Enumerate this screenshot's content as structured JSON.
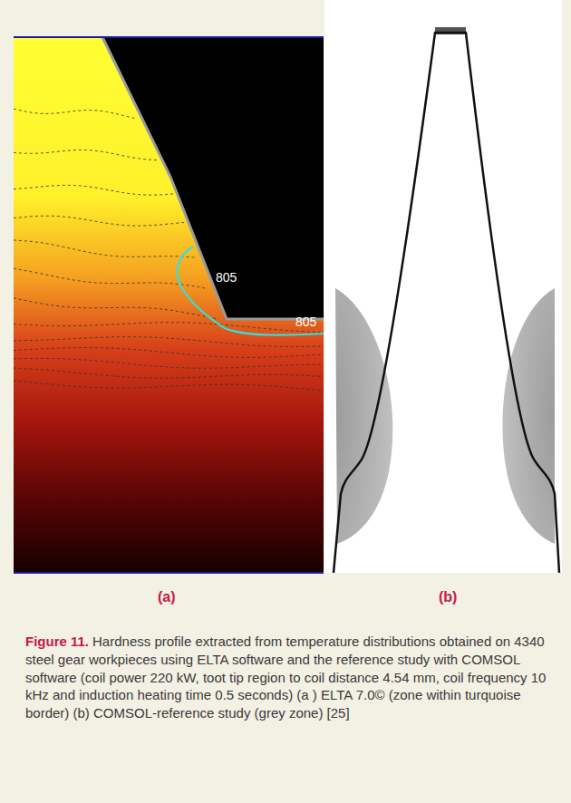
{
  "diagram": {
    "caption": "Hardness profile extracted from temperature distributions obtained on 4340 steel gear workpieces using ELTA software and the reference study with COMSOL software (coil power 220 kW, toot tip region to coil distance 4.54 mm, coil frequency 10 kHz and induction heating time 0.5 seconds) (a ) ELTA 7.0© (zone within turquoise border) (b) COMSOL-reference study (grey zone) [25]",
    "labels": [
      "805",
      "805",
      "(a)",
      "(b)",
      "Figure 11."
    ]
  }
}
